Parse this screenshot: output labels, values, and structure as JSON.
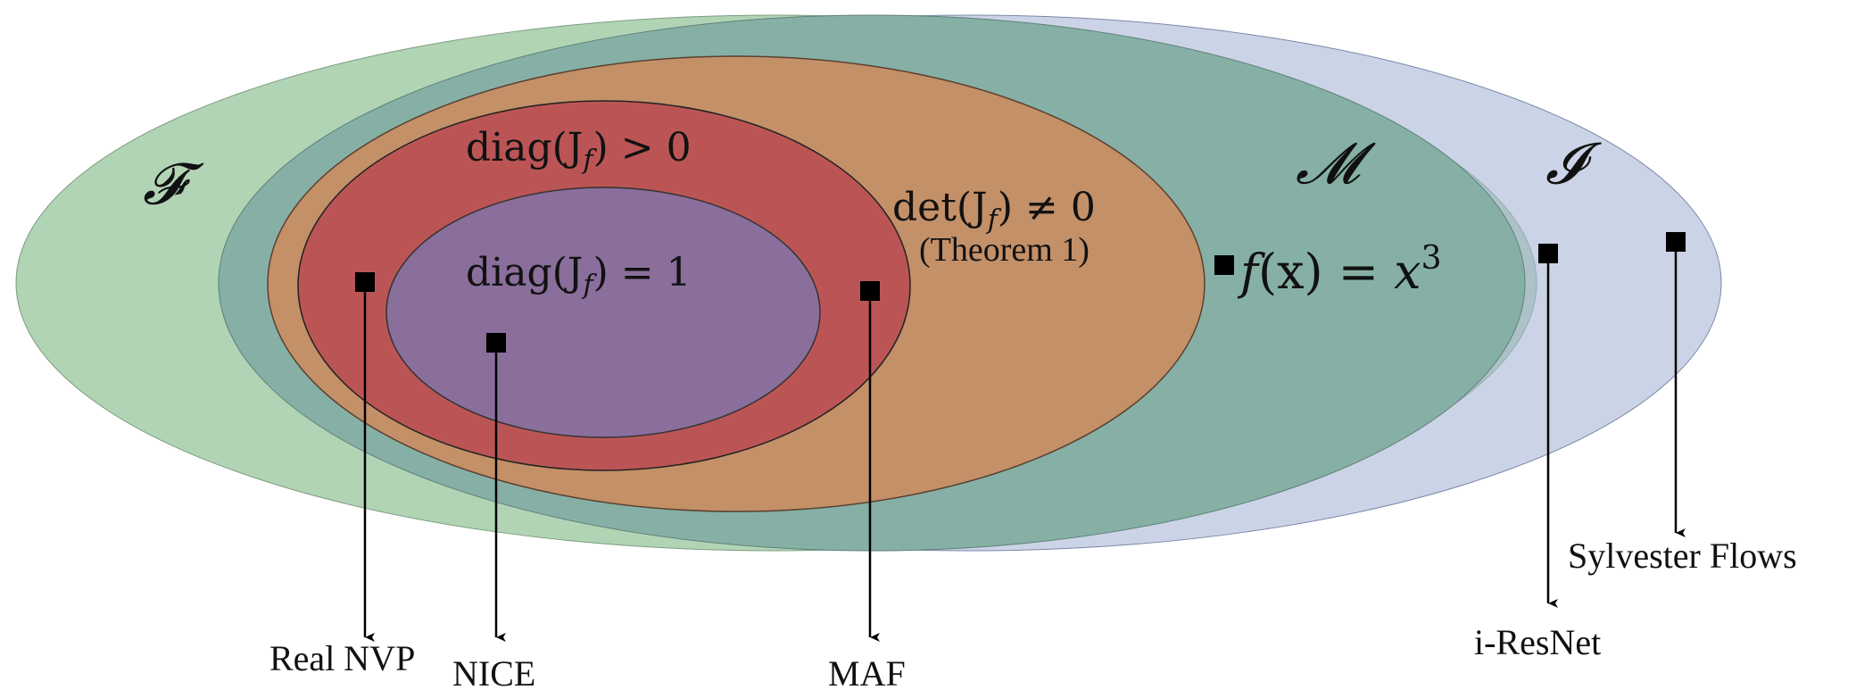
{
  "sets": {
    "F": {
      "symbol": "𝓕",
      "color": "#b1d4b5"
    },
    "I": {
      "symbol": "𝓘",
      "color": "#a8b6d6"
    },
    "M": {
      "symbol": "𝓜",
      "color": "#86b0a5"
    },
    "det": {
      "condition": "det(J",
      "sub": "f",
      "rest": ") ≠ 0",
      "note": "(Theorem 1)",
      "color": "#c49068"
    },
    "diag_pos": {
      "condition": "diag(J",
      "sub": "f",
      "rest": ") > 0",
      "color": "#bb5555"
    },
    "diag_one": {
      "condition": "diag(J",
      "sub": "f",
      "rest": ") = 1",
      "color": "#8a6e9b"
    }
  },
  "points": {
    "cubic": {
      "fx": "f",
      "arg": "(x) = ",
      "x": "x",
      "exp": "3"
    }
  },
  "methods": {
    "real_nvp": "Real NVP",
    "nice": "NICE",
    "maf": "MAF",
    "iresnet": "i-ResNet",
    "sylvester": "Sylvester Flows"
  }
}
